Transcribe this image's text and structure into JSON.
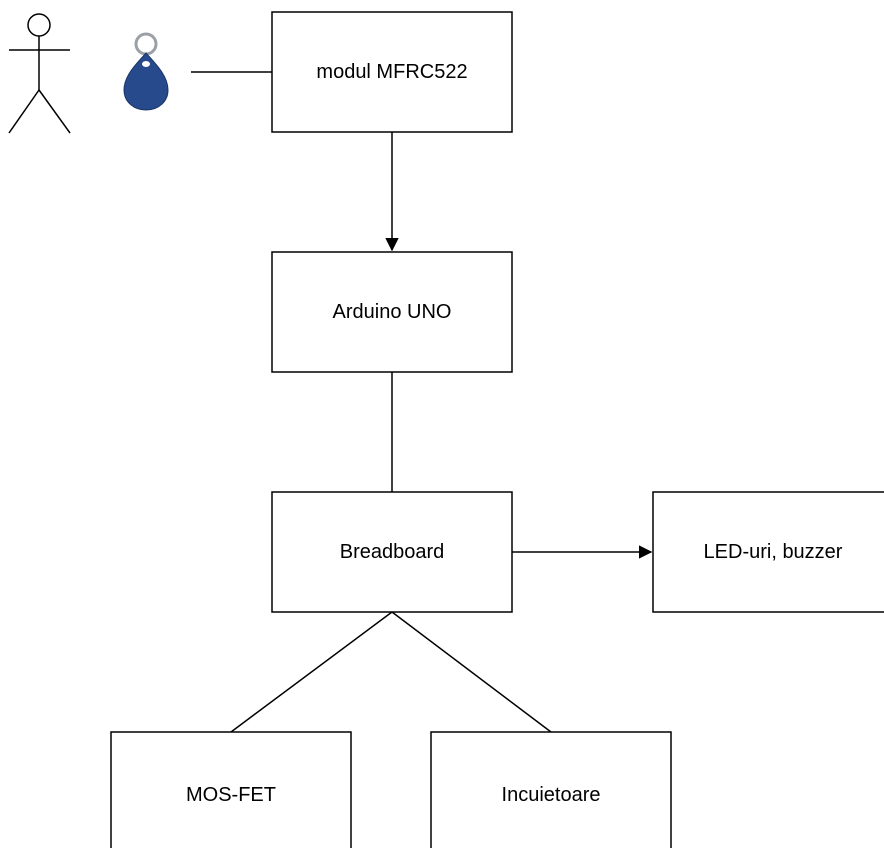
{
  "diagram": {
    "nodes": {
      "rfid_module": "modul MFRC522",
      "arduino": "Arduino UNO",
      "breadboard": "Breadboard",
      "outputs": "LED-uri, buzzer",
      "mosfet": "MOS-FET",
      "lock": "Incuietoare"
    },
    "icons": [
      "user-actor-icon",
      "rfid-keyfob-icon"
    ],
    "colors": {
      "keyfob": "#264a8c",
      "ring": "#9aa0a6",
      "stroke": "#000000"
    }
  }
}
